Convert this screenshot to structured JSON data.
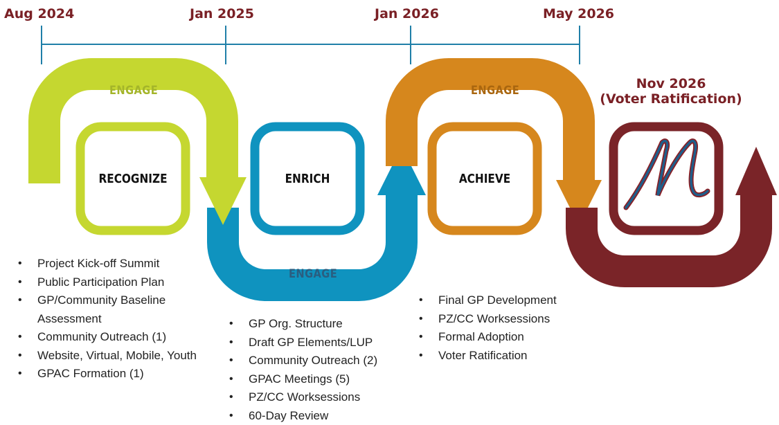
{
  "colors": {
    "recognize": "#c5d730",
    "enrich": "#0f93bf",
    "achieve": "#d6871d",
    "ratification": "#7a2428",
    "timeline": "#1f7fa8",
    "milestone_text": "#7a2025"
  },
  "timeline": {
    "milestones": [
      "Aug 2024",
      "Jan 2025",
      "Jan 2026",
      "May 2026"
    ]
  },
  "ratification": {
    "line1": "Nov 2026",
    "line2": "(Voter Ratification)",
    "logo_letter": "M"
  },
  "engage_labels": [
    "ENGAGE",
    "ENGAGE",
    "ENGAGE"
  ],
  "phases": {
    "recognize": "RECOGNIZE",
    "enrich": "ENRICH",
    "achieve": "ACHIEVE"
  },
  "bullets": {
    "recognize": [
      "Project Kick-off Summit",
      "Public Participation Plan",
      "GP/Community Baseline Assessment",
      "Community Outreach (1)",
      "Website, Virtual, Mobile, Youth",
      "GPAC Formation (1)"
    ],
    "enrich": [
      "GP Org. Structure",
      "Draft GP Elements/LUP",
      "Community Outreach (2)",
      "GPAC Meetings (5)",
      "PZ/CC Worksessions",
      "60-Day Review"
    ],
    "achieve": [
      "Final GP Development",
      "PZ/CC Worksessions",
      "Formal Adoption",
      "Voter Ratification"
    ]
  }
}
